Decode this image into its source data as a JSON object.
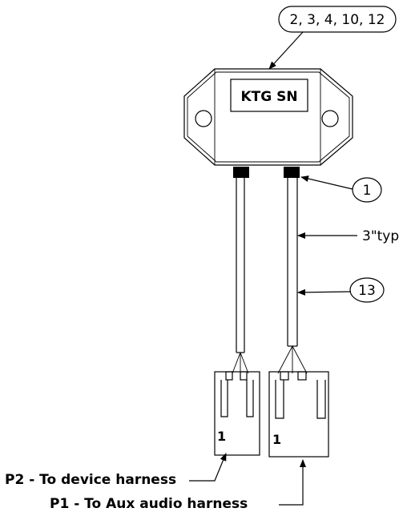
{
  "callouts": {
    "top_refs": "2, 3, 4, 10, 12",
    "item_1": "1",
    "length": "3\"typ",
    "item_13": "13"
  },
  "device": {
    "label": "KTG SN"
  },
  "connectors": {
    "left_pin_marker": "1",
    "right_pin_marker": "1"
  },
  "notes": {
    "p2": "P2 -  To device harness",
    "p1": "P1   - To Aux audio harness"
  }
}
